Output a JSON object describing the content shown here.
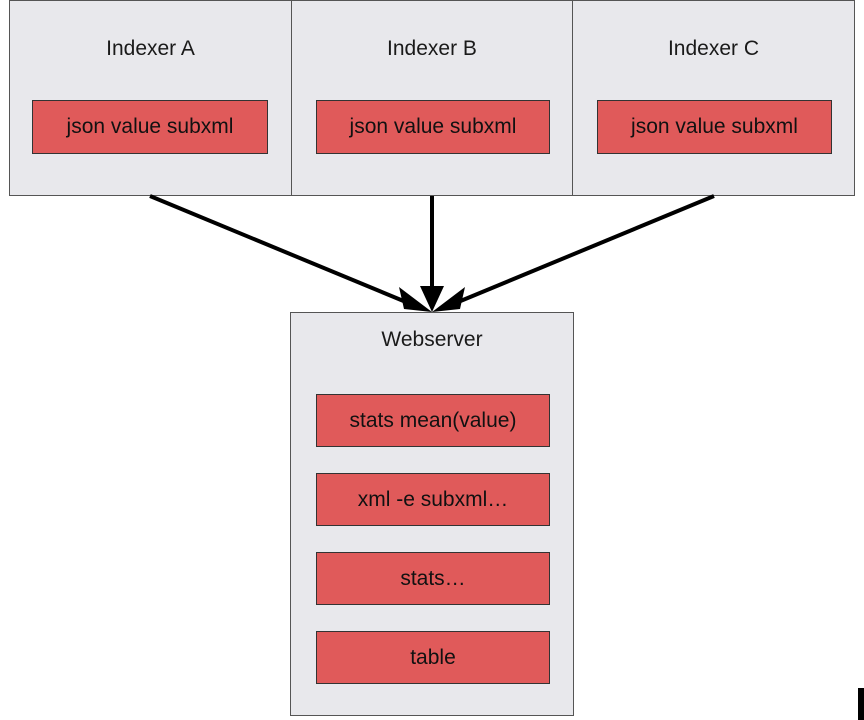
{
  "indexers": [
    {
      "title": "Indexer A",
      "command": "json value subxml"
    },
    {
      "title": "Indexer B",
      "command": "json value subxml"
    },
    {
      "title": "Indexer C",
      "command": "json value subxml"
    }
  ],
  "webserver": {
    "title": "Webserver",
    "commands": [
      "stats mean(value)",
      "xml -e subxml…",
      "stats…",
      "table"
    ]
  },
  "colors": {
    "box_fill": "#e8e8ec",
    "command_fill": "#e05a5a",
    "arrow": "#000000"
  }
}
